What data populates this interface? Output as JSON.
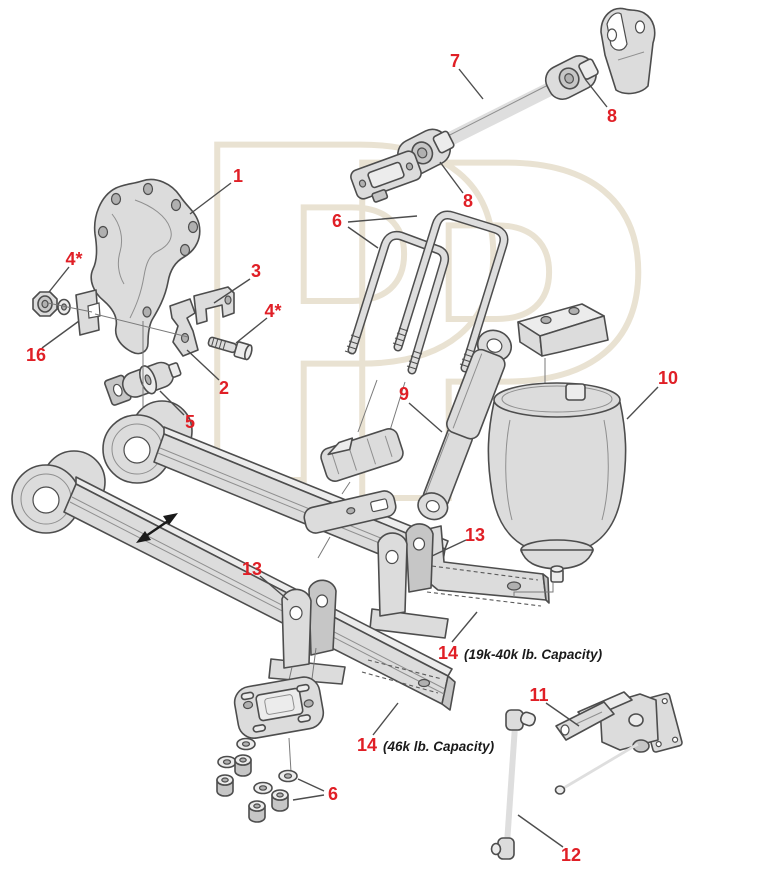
{
  "diagram": {
    "type": "exploded-parts-diagram",
    "watermark": [
      "P",
      "P"
    ],
    "colors": {
      "label_red": "#e01f26",
      "line_art": "#4d4d4d",
      "part_fill": "#dcdcdc",
      "watermark_beige": "#e9e2d2",
      "background": "#ffffff"
    },
    "callouts": [
      {
        "label": "1"
      },
      {
        "label": "7"
      },
      {
        "label": "8"
      },
      {
        "label": "8"
      },
      {
        "label": "6"
      },
      {
        "label": "3"
      },
      {
        "label": "4*"
      },
      {
        "label": "4*"
      },
      {
        "label": "16"
      },
      {
        "label": "2"
      },
      {
        "label": "5"
      },
      {
        "label": "9"
      },
      {
        "label": "10"
      },
      {
        "label": "13"
      },
      {
        "label": "13"
      },
      {
        "label": "11"
      },
      {
        "label": "12"
      },
      {
        "label": "6"
      }
    ],
    "capacity_notes": [
      {
        "label": "14",
        "text": "(19k-40k lb. Capacity)"
      },
      {
        "label": "14",
        "text": "(46k lb. Capacity)"
      }
    ]
  }
}
